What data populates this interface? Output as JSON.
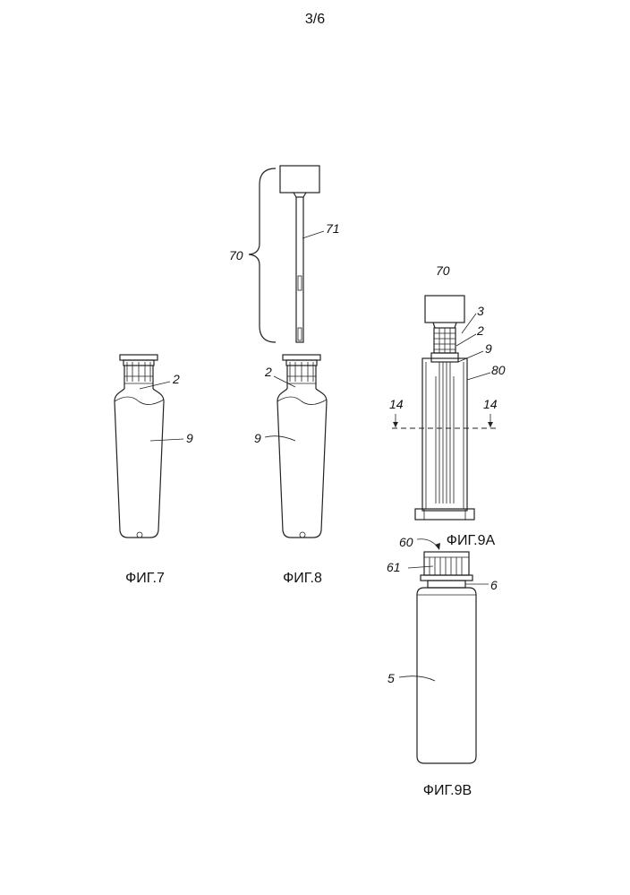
{
  "page_number": "3/6",
  "figures": {
    "fig7": {
      "caption": "ФИГ.7",
      "labels": {
        "neck": "2",
        "body": "9"
      }
    },
    "fig8": {
      "caption": "ФИГ.8",
      "labels": {
        "assembly": "70",
        "rod": "71",
        "neck": "2",
        "body": "9"
      }
    },
    "fig9a": {
      "caption": "ФИГ.9А",
      "labels": {
        "cap": "70",
        "ring": "3",
        "neck": "2",
        "bottle": "9",
        "holder": "80",
        "section_left": "14",
        "section_right": "14"
      }
    },
    "fig9b": {
      "caption": "ФИГ.9В",
      "labels": {
        "closure": "60",
        "grip": "61",
        "ring": "6",
        "container": "5"
      }
    }
  }
}
